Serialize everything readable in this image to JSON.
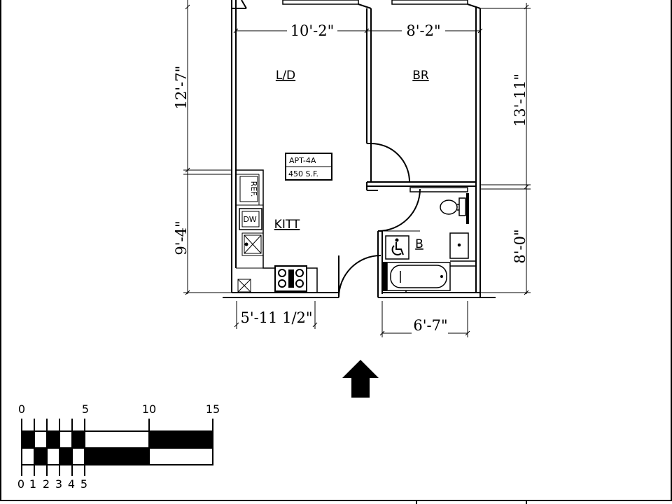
{
  "rooms": {
    "living_dining": "L/D",
    "bedroom": "BR",
    "kitchen": "KITT",
    "bath": "B"
  },
  "apartment": {
    "unit": "APT-4A",
    "area": "450 S.F."
  },
  "fixtures": {
    "refrigerator": "REF.",
    "dishwasher": "DW"
  },
  "dimensions": {
    "ld_width": "10'-2\"",
    "br_width": "8'-2\"",
    "ld_depth": "12'-7\"",
    "br_depth": "13'-11\"",
    "kitchen_depth": "9'-4\"",
    "bath_depth": "8'-0\"",
    "kitchen_width": "5'-11 1/2\"",
    "bath_width": "6'-7\""
  },
  "scale_bar": {
    "major_labels": [
      "0",
      "5",
      "10",
      "15"
    ],
    "minor_labels": [
      "0",
      "1",
      "2",
      "3",
      "4",
      "5"
    ]
  },
  "colors": {
    "line": "#000000",
    "background": "#ffffff"
  },
  "icons": {
    "north_arrow": "up-arrow-icon",
    "accessibility": "wheelchair-icon"
  }
}
